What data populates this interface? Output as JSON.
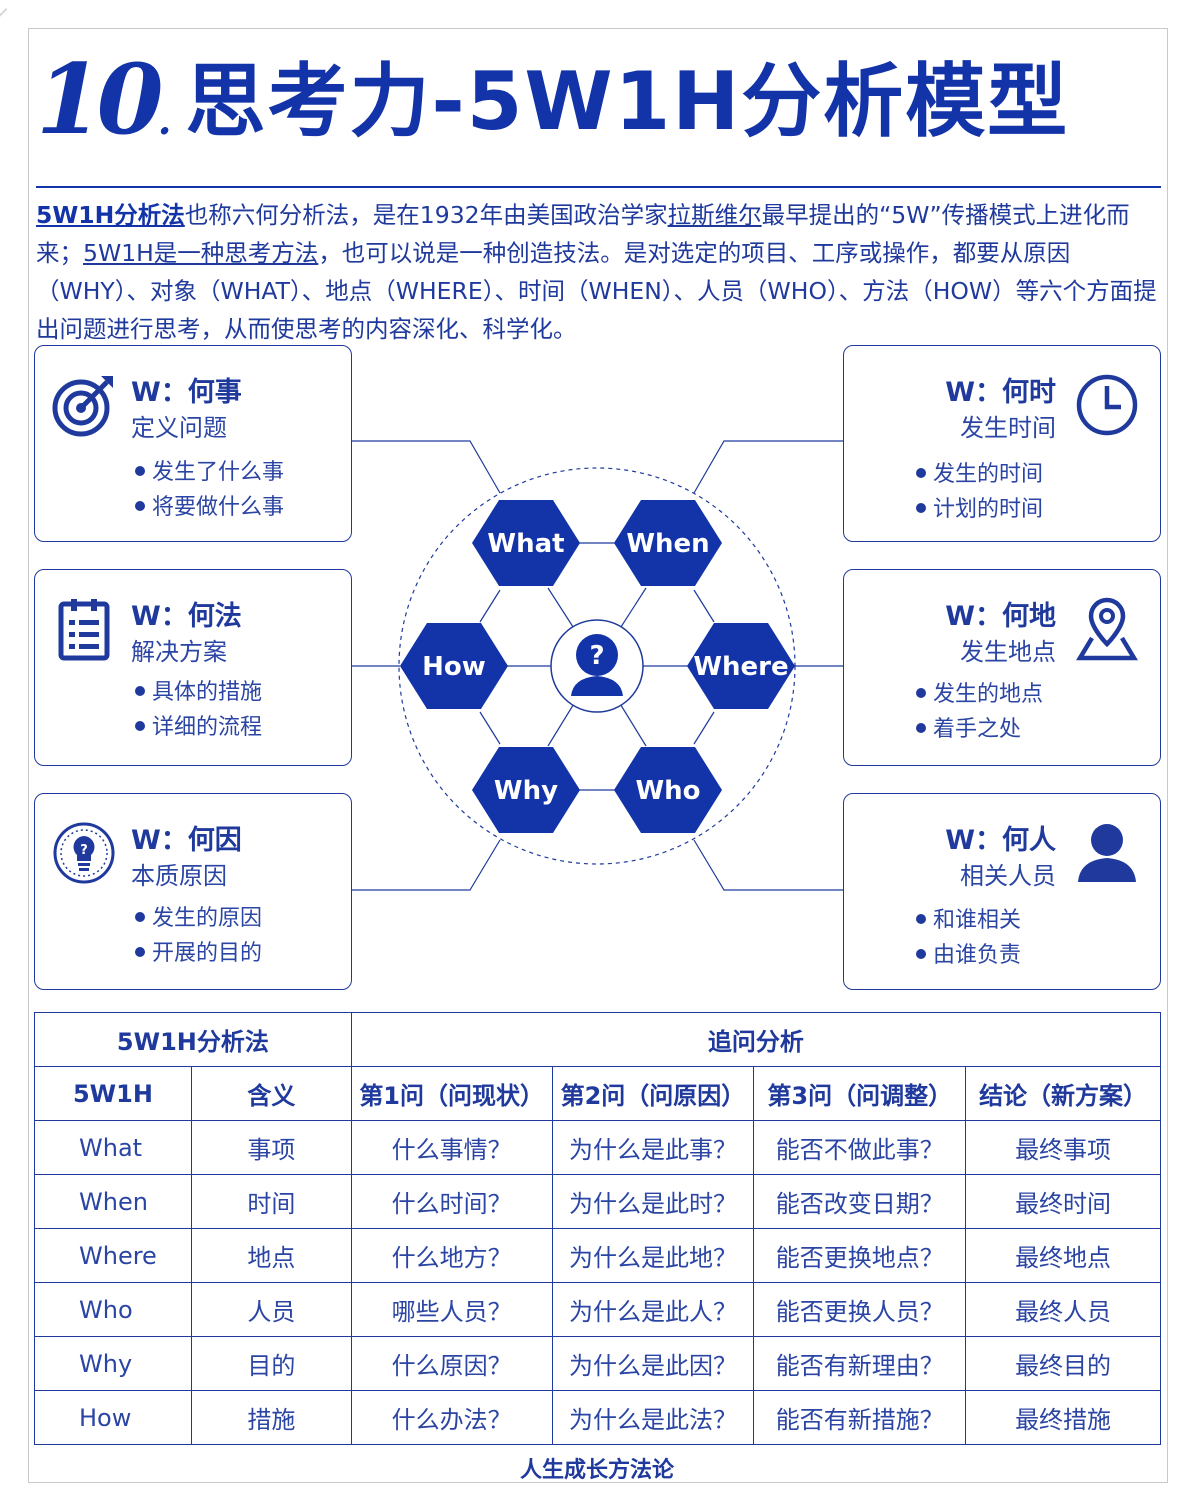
{
  "header": {
    "number": "10",
    "title": "思考力-5W1H分析模型"
  },
  "intro": {
    "p1_bold": "5W1H分析法",
    "p2": "也称六何分析法，是在1932年由美国政治学家",
    "p3_u": "拉斯维尔",
    "p4": "最早提出的“5W”传播模式上进化而来；",
    "p5_u": "5W1H是一种思考方法",
    "p6": "，也可以说是一种创造技法。是对选定的项目、工序或操作，都要从原因（WHY）、对象（WHAT）、地点（WHERE）、时间（WHEN）、人员（WHO）、方法（HOW）等六个方面提出问题进行思考，从而使思考的内容深化、科学化。"
  },
  "cards": {
    "what": {
      "title": "W：何事",
      "subtitle": "定义问题",
      "bullets": [
        "发生了什么事",
        "将要做什么事"
      ],
      "icon": "target-icon"
    },
    "how": {
      "title": "W：何法",
      "subtitle": "解决方案",
      "bullets": [
        "具体的措施",
        "详细的流程"
      ],
      "icon": "checklist-icon"
    },
    "why": {
      "title": "W：何因",
      "subtitle": "本质原因",
      "bullets": [
        "发生的原因",
        "开展的目的"
      ],
      "icon": "lightbulb-icon"
    },
    "when": {
      "title": "W：何时",
      "subtitle": "发生时间",
      "bullets": [
        "发生的时间",
        "计划的时间"
      ],
      "icon": "clock-icon"
    },
    "where": {
      "title": "W：何地",
      "subtitle": "发生地点",
      "bullets": [
        "发生的地点",
        "着手之处"
      ],
      "icon": "location-pin-icon"
    },
    "who": {
      "title": "W：何人",
      "subtitle": "相关人员",
      "bullets": [
        "和谁相关",
        "由谁负责"
      ],
      "icon": "person-icon"
    }
  },
  "hexagons": {
    "what": "What",
    "when": "When",
    "how": "How",
    "where": "Where",
    "why": "Why",
    "who": "Who",
    "center_icon": "question-person-icon"
  },
  "table": {
    "group_left": "5W1H分析法",
    "group_right": "追问分析",
    "headers": [
      "5W1H",
      "含义",
      "第1问（问现状）",
      "第2问（问原因）",
      "第3问（问调整）",
      "结论（新方案）"
    ],
    "rows": [
      [
        "What",
        "事项",
        "什么事情？",
        "为什么是此事？",
        "能否不做此事？",
        "最终事项"
      ],
      [
        "When",
        "时间",
        "什么时间？",
        "为什么是此时？",
        "能否改变日期？",
        "最终时间"
      ],
      [
        "Where",
        "地点",
        "什么地方？",
        "为什么是此地？",
        "能否更换地点？",
        "最终地点"
      ],
      [
        "Who",
        "人员",
        "哪些人员？",
        "为什么是此人？",
        "能否更换人员？",
        "最终人员"
      ],
      [
        "Why",
        "目的",
        "什么原因？",
        "为什么是此因？",
        "能否有新理由？",
        "最终目的"
      ],
      [
        "How",
        "措施",
        "什么办法？",
        "为什么是此法？",
        "能否有新措施？",
        "最终措施"
      ]
    ]
  },
  "footer": "人生成长方法论",
  "colors": {
    "primary": "#1333a8",
    "text": "#2b45a4",
    "border": "#1f3a9c"
  }
}
